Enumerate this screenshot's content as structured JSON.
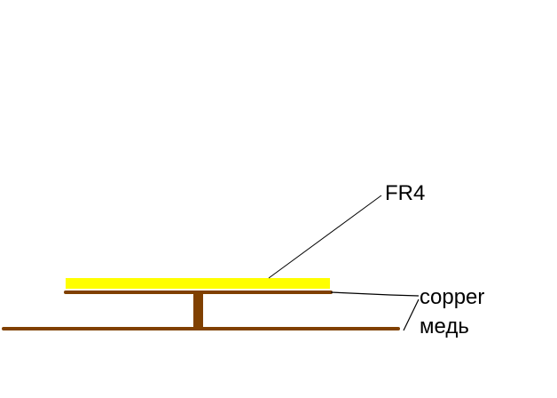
{
  "labels": {
    "fr4": "FR4",
    "copper": "copper",
    "copper_ru": "медь"
  },
  "colors": {
    "fr4": "#FFFF00",
    "copper": "#804000",
    "leader": "#000000"
  }
}
